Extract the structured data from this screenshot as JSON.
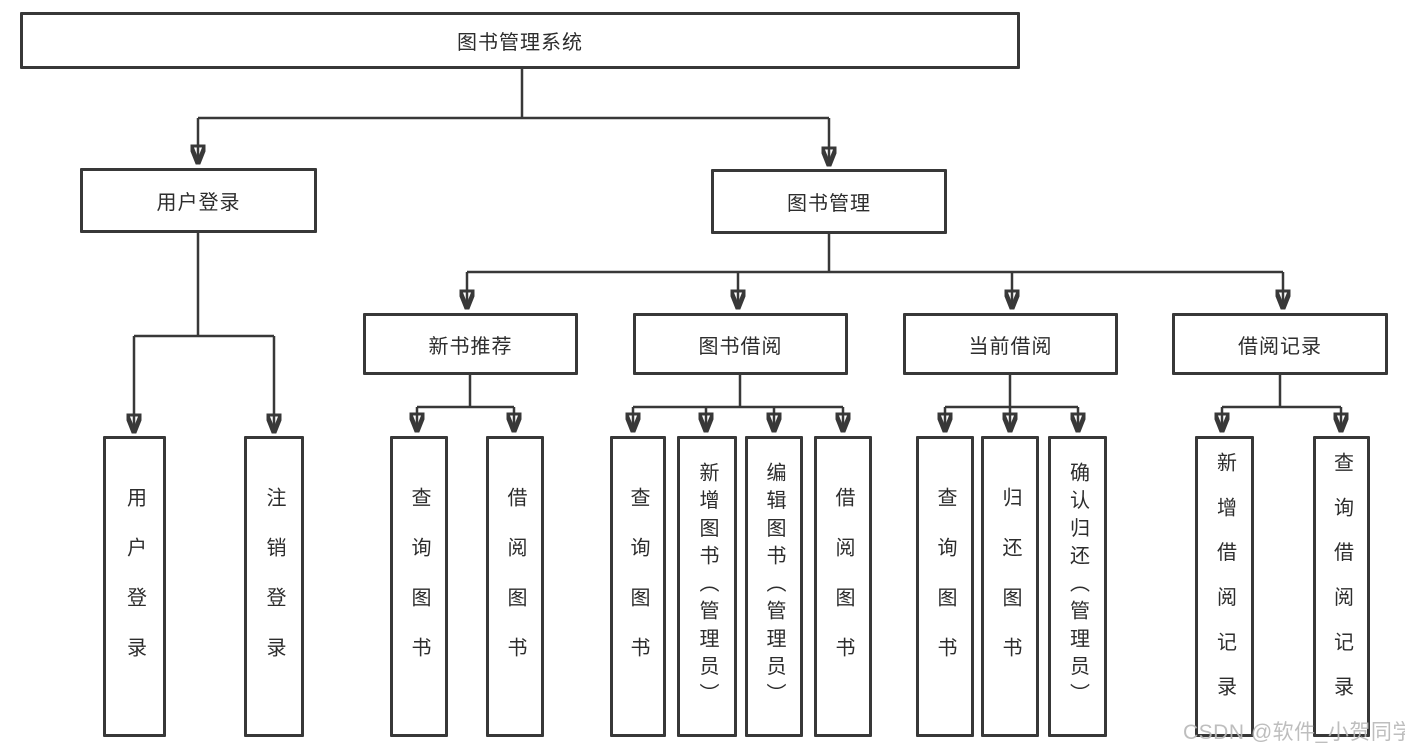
{
  "tree": {
    "label": "图书管理系统",
    "children": [
      {
        "label": "用户登录",
        "children": [
          {
            "label": "用户登录"
          },
          {
            "label": "注销登录"
          }
        ]
      },
      {
        "label": "图书管理",
        "children": [
          {
            "label": "新书推荐",
            "children": [
              {
                "label": "查询图书"
              },
              {
                "label": "借阅图书"
              }
            ]
          },
          {
            "label": "图书借阅",
            "children": [
              {
                "label": "查询图书"
              },
              {
                "label": "新增图书（管理员）"
              },
              {
                "label": "编辑图书（管理员）"
              },
              {
                "label": "借阅图书"
              }
            ]
          },
          {
            "label": "当前借阅",
            "children": [
              {
                "label": "查询图书"
              },
              {
                "label": "归还图书"
              },
              {
                "label": "确认归还（管理员）"
              }
            ]
          },
          {
            "label": "借阅记录",
            "children": [
              {
                "label": "新增借阅记录"
              },
              {
                "label": "查询借阅记录"
              }
            ]
          }
        ]
      }
    ]
  },
  "watermark": "CSDN @软件_小贺同学",
  "colors": {
    "line": "#383838",
    "text": "#2d2d2d",
    "watermark": "#b9b9b9",
    "background": "#ffffff"
  }
}
